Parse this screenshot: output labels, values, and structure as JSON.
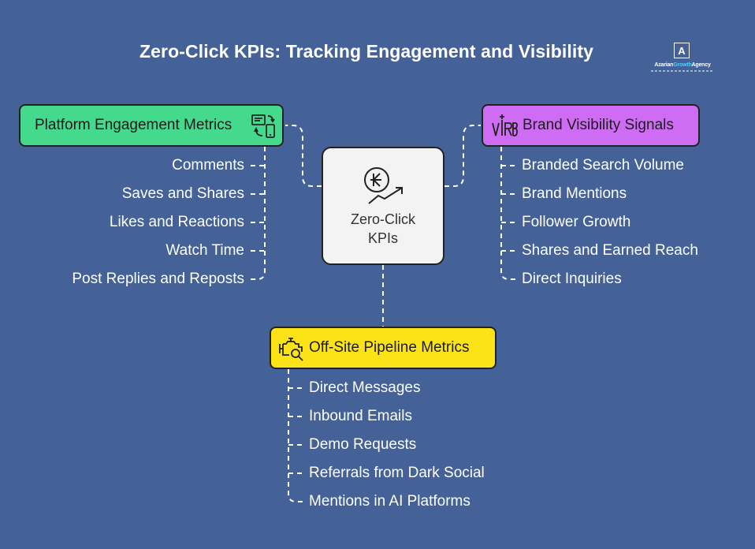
{
  "title": "Zero-Click KPIs: Tracking Engagement and Visibility",
  "logo": {
    "mark": "A",
    "name_part1": "Azarian",
    "name_part2": "Growth",
    "name_part3": "Agency"
  },
  "center": {
    "label_line1": "Zero-Click",
    "label_line2": "KPIs",
    "icon": "currency-growth-icon"
  },
  "branches": {
    "platform_engagement": {
      "label": "Platform Engagement Metrics",
      "icon": "devices-sync-icon",
      "color": "#45d98d",
      "items": [
        "Comments",
        "Saves and Shares",
        "Likes and Reactions",
        "Watch Time",
        "Post Replies and Reposts"
      ]
    },
    "brand_visibility": {
      "label": "Brand Visibility Signals",
      "icon": "brand-signal-icon",
      "color": "#cf6cf4",
      "items": [
        "Branded Search Volume",
        "Brand Mentions",
        "Follower Growth",
        "Shares and Earned Reach",
        "Direct Inquiries"
      ]
    },
    "offsite_pipeline": {
      "label": "Off-Site Pipeline Metrics",
      "icon": "engine-search-icon",
      "color": "#fbe317",
      "items": [
        "Direct Messages",
        "Inbound Emails",
        "Demo Requests",
        "Referrals from Dark Social",
        "Mentions in AI Platforms"
      ]
    }
  },
  "colors": {
    "background": "#446297",
    "center_box": "#f3f3f3"
  }
}
